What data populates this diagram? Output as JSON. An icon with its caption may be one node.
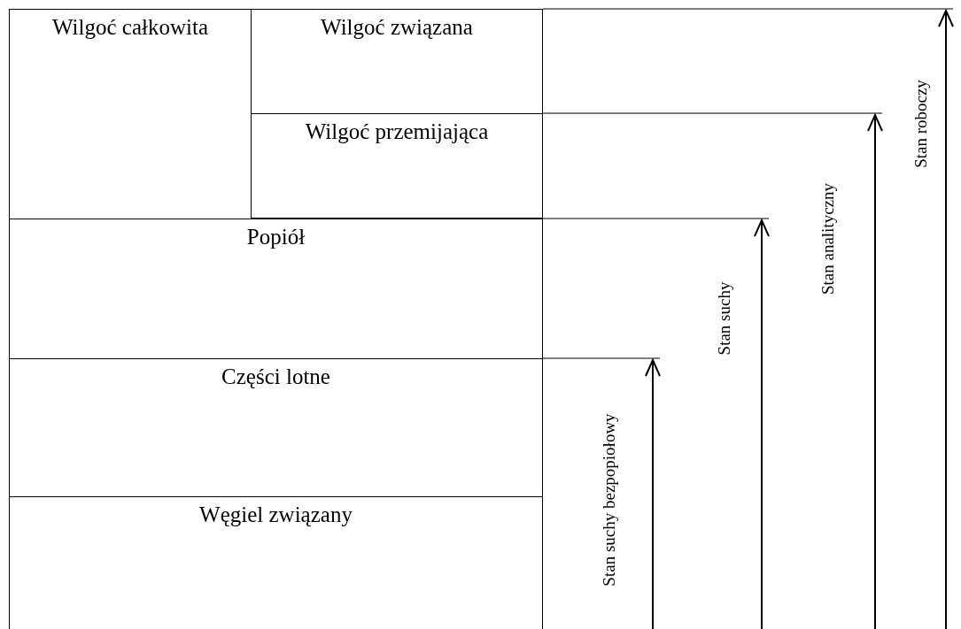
{
  "diagram": {
    "nodes": [
      {
        "text": [
          "Wilgoć całkowita"
        ]
      },
      {
        "text": [
          "Wilgoć związana"
        ]
      },
      {
        "text": [
          "Wilgoć przemijająca"
        ]
      },
      {
        "text": [
          "Popiół"
        ]
      },
      {
        "text": [
          "Części lotne"
        ]
      },
      {
        "text": [
          "Węgiel związany"
        ]
      }
    ],
    "labels": [
      "Stan roboczy",
      "Stan analityczny",
      "Stan suchy",
      "Stan suchy bezpopiołowy"
    ]
  }
}
